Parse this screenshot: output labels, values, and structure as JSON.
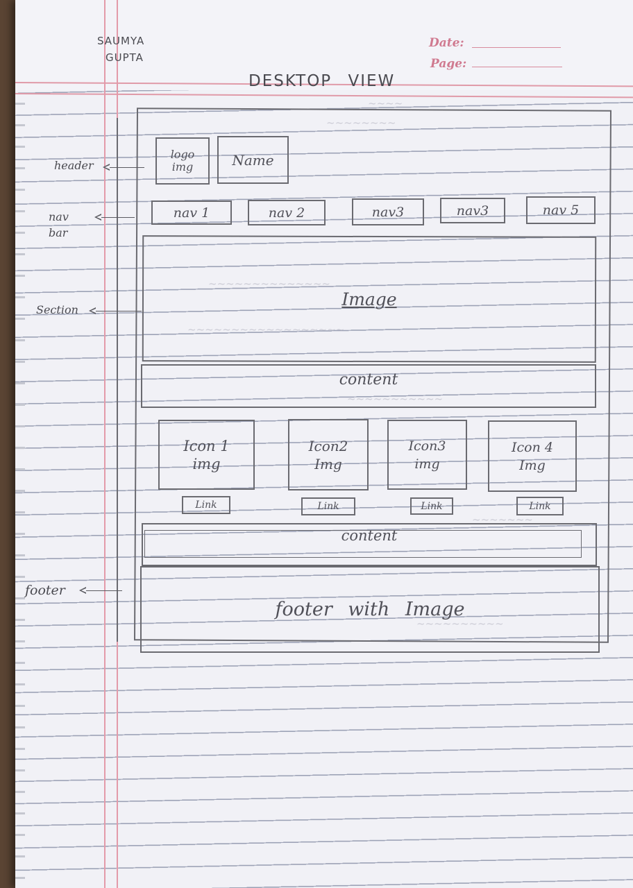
{
  "author": {
    "line1": "SAUMYA",
    "line2": "GUPTA"
  },
  "page_meta": {
    "date_label": "Date:",
    "page_label": "Page:"
  },
  "title": "DESKTOP VIEW",
  "annotations": {
    "header": "header",
    "navbar_line1": "nav",
    "navbar_line2": "bar",
    "section": "Section",
    "footer": "footer"
  },
  "header": {
    "logo_line1": "logo",
    "logo_line2": "img",
    "name": "Name"
  },
  "nav": [
    "nav 1",
    "nav 2",
    "nav3",
    "nav3",
    "nav 5"
  ],
  "hero": {
    "image": "Image",
    "content": "content"
  },
  "icons": [
    {
      "line1": "Icon 1",
      "line2": "img",
      "link": "Link"
    },
    {
      "line1": "Icon2",
      "line2": "Img",
      "link": "Link"
    },
    {
      "line1": "Icon3",
      "line2": "img",
      "link": "Link"
    },
    {
      "line1": "Icon 4",
      "line2": "Img",
      "link": "Link"
    }
  ],
  "content2": "content",
  "footer_box": "footer with Image",
  "colors": {
    "paper": "#f1f1f6",
    "ink": "#505058",
    "margin": "#e39aa9",
    "background": "#5a4433"
  }
}
